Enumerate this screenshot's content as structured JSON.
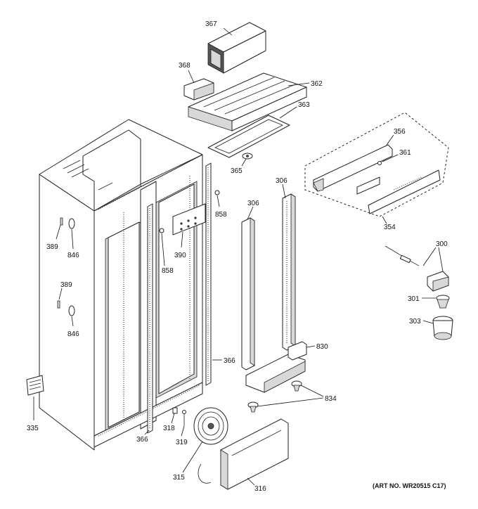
{
  "diagram": {
    "art_number": "(ART NO. WR20515 C17)",
    "callouts": {
      "c300": "300",
      "c301": "301",
      "c303": "303",
      "c306a": "306",
      "c306b": "306",
      "c316": "316",
      "c318": "318",
      "c319": "319",
      "c315": "315",
      "c335": "335",
      "c354": "354",
      "c356": "356",
      "c361": "361",
      "c362": "362",
      "c363": "363",
      "c365": "365",
      "c366a": "366",
      "c366b": "366",
      "c367": "367",
      "c368": "368",
      "c389a": "389",
      "c389b": "389",
      "c390": "390",
      "c830": "830",
      "c834": "834",
      "c846a": "846",
      "c846b": "846",
      "c858a": "858",
      "c858b": "858"
    }
  }
}
